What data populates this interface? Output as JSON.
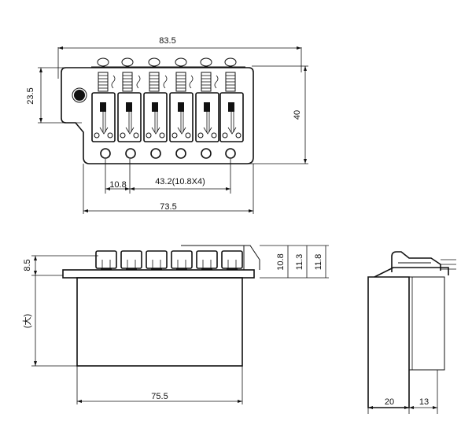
{
  "top_view": {
    "width_label": "83.5",
    "height_label": "23.5",
    "total_height_label": "40",
    "pitch_label": "10.8",
    "span_label": "43.2(10.8X4)",
    "plate_label": "73.5"
  },
  "front_view": {
    "height_8_5_label": "8.5",
    "dim_10_8_label": "10.8",
    "dim_11_3_label": "11.3",
    "dim_11_8_label": "11.8",
    "block_height_label": "(大)",
    "block_width_label": "75.5"
  },
  "side_view": {
    "depth_20_label": "20",
    "depth_13_label": "13"
  },
  "colors": {
    "ink": "#111111",
    "paper": "#ffffff"
  }
}
